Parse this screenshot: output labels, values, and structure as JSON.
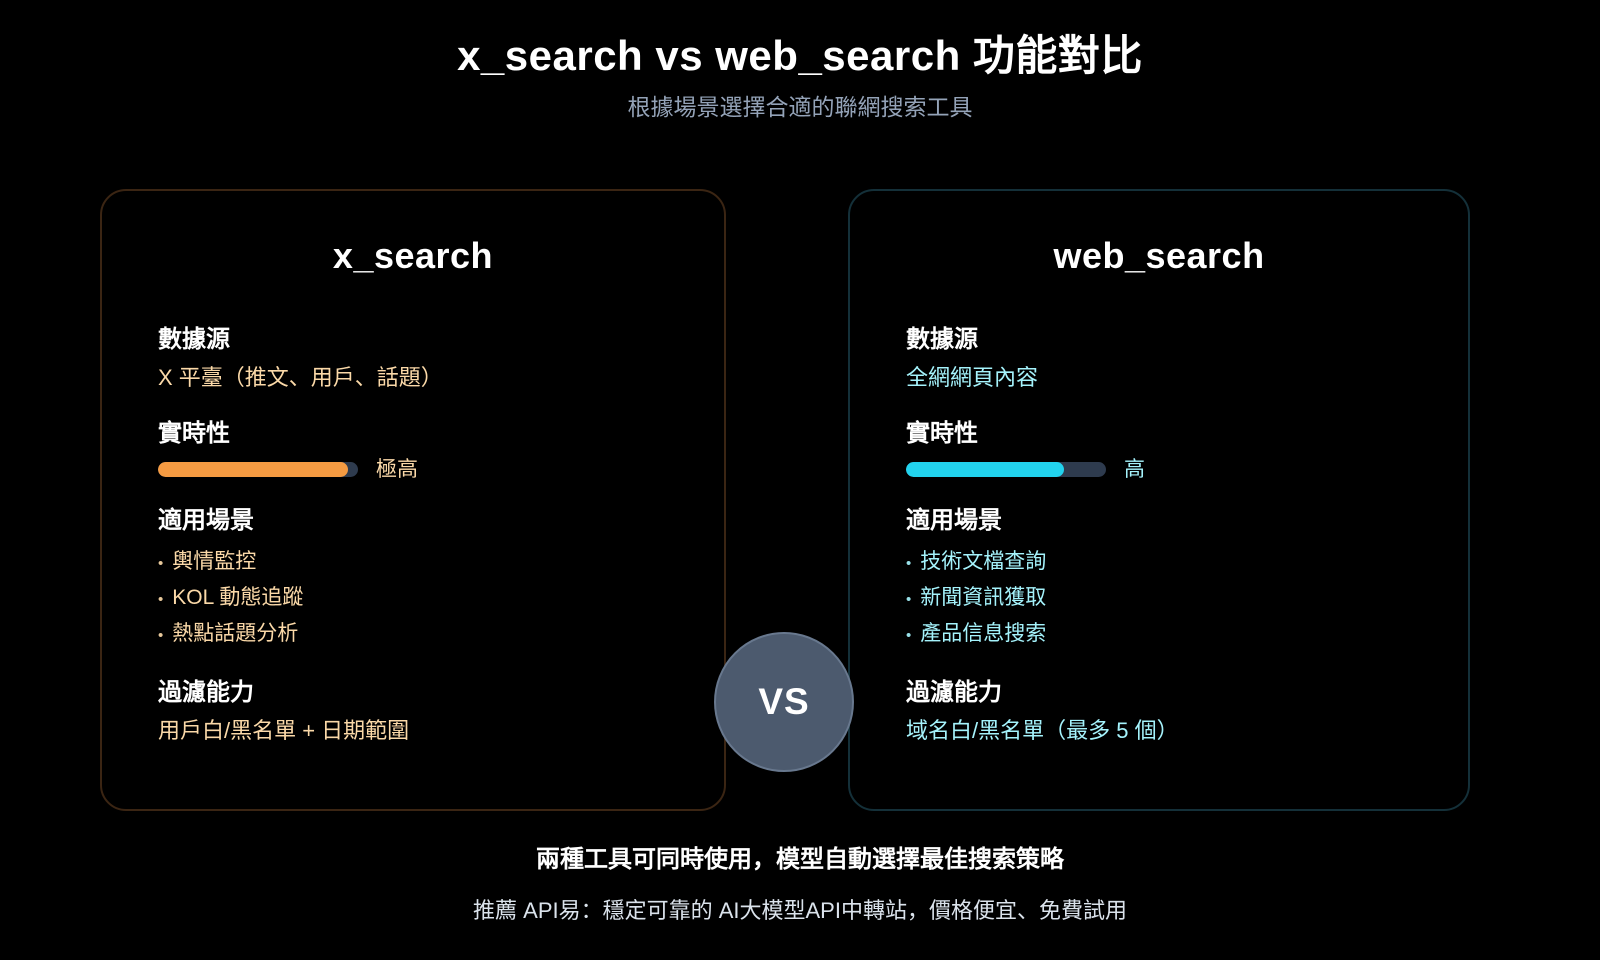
{
  "header": {
    "title": "x_search vs web_search 功能對比",
    "subtitle": "根據場景選擇合適的聯網搜索工具"
  },
  "vs_badge": {
    "label": "VS"
  },
  "cards": [
    {
      "id": "x_search",
      "title": "x_search",
      "accent_color": "#f59b42",
      "text_color": "#fbd9a8",
      "border_color": "#3b2513",
      "sections": {
        "data_source": {
          "heading": "數據源",
          "value": "X 平臺（推文、用戶、話題）"
        },
        "realtime": {
          "heading": "實時性",
          "meter_percent": 95,
          "meter_label": "極高"
        },
        "use_cases": {
          "heading": "適用場景",
          "items": [
            "輿情監控",
            "KOL 動態追蹤",
            "熱點話題分析"
          ]
        },
        "filtering": {
          "heading": "過濾能力",
          "value": "用戶白/黑名單 + 日期範圍"
        }
      }
    },
    {
      "id": "web_search",
      "title": "web_search",
      "accent_color": "#22d3ee",
      "text_color": "#a5f3fc",
      "border_color": "#143039",
      "sections": {
        "data_source": {
          "heading": "數據源",
          "value": "全網網頁內容"
        },
        "realtime": {
          "heading": "實時性",
          "meter_percent": 79,
          "meter_label": "高"
        },
        "use_cases": {
          "heading": "適用場景",
          "items": [
            "技術文檔查詢",
            "新聞資訊獲取",
            "產品信息搜索"
          ]
        },
        "filtering": {
          "heading": "過濾能力",
          "value": "域名白/黑名單（最多 5 個）"
        }
      }
    }
  ],
  "footer": {
    "main": "兩種工具可同時使用，模型自動選擇最佳搜索策略",
    "sub": "推薦 API易：穩定可靠的 AI大模型API中轉站，價格便宜、免費試用"
  },
  "bullet_glyph": "•"
}
